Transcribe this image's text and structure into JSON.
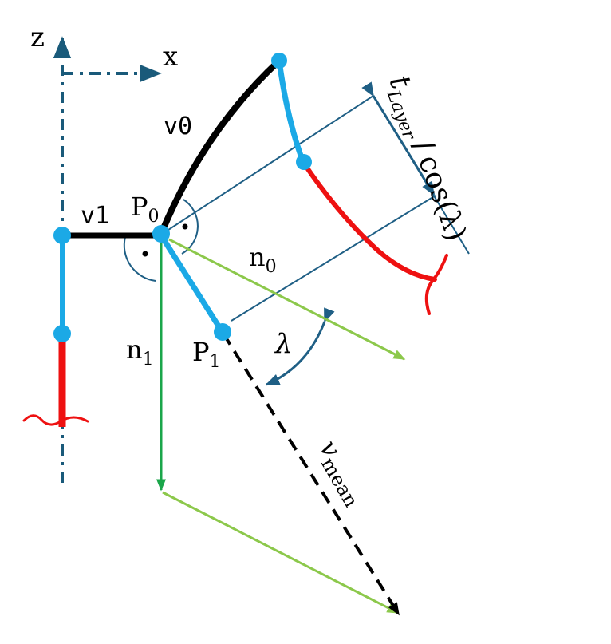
{
  "labels": {
    "axis_z": "z",
    "axis_x": "x",
    "v0": "v0",
    "v1": "v1",
    "p0_main": "P",
    "p0_sub": "0",
    "p1_main": "P",
    "p1_sub": "1",
    "n0_main": "n",
    "n0_sub": "0",
    "n1_main": "n",
    "n1_sub": "1",
    "lambda": "λ",
    "vmean_main": "v",
    "vmean_sub": "mean",
    "thickness_t": "t",
    "thickness_sub": "Layer",
    "thickness_slash": "/",
    "thickness_cos": "cos(λ)"
  },
  "colors": {
    "axis": "#1a5a7a",
    "dark_blue": "#1f5f85",
    "black": "#000000",
    "cyan": "#1ba9e6",
    "red": "#ee1111",
    "light_green": "#8cc84b",
    "green": "#1aa64a"
  }
}
